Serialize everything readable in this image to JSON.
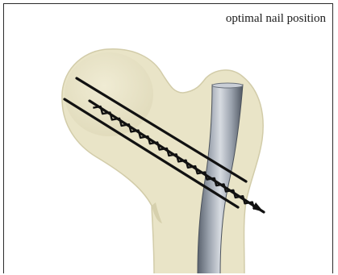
{
  "caption": "optimal nail position",
  "colors": {
    "bone_fill": "#e9e4c7",
    "bone_shade": "#d6d0ad",
    "bone_outline": "#cfc9a6",
    "nail_light": "#c9ced6",
    "nail_mid": "#8e96a2",
    "nail_dark": "#5a626e",
    "screw": "#111111",
    "frame": "#2b2b2b"
  },
  "icons": {
    "femur": "proximal-femur-illustration",
    "nail": "intramedullary-nail",
    "screws": "cephalic-screws"
  }
}
